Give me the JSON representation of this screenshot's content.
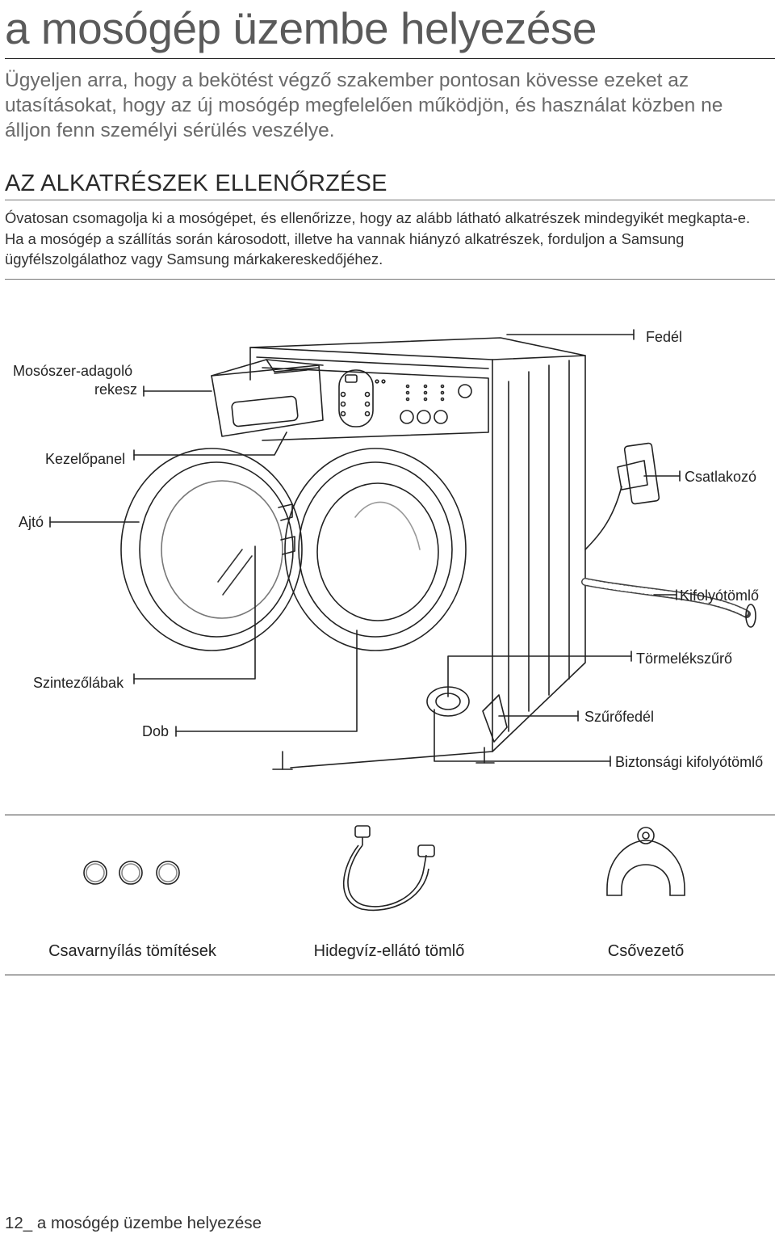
{
  "page": {
    "title": "a mosógép üzembe helyezése",
    "intro": "Ügyeljen arra, hogy a bekötést végző szakember pontosan kövesse ezeket az utasításokat, hogy az új mosógép megfelelően működjön, és használat közben ne álljon fenn személyi sérülés veszélye.",
    "section_heading": "AZ ALKATRÉSZEK ELLENŐRZÉSE",
    "section_body": "Óvatosan csomagolja ki a mosógépet, és ellenőrizze, hogy az alább látható alkatrészek mindegyikét megkapta-e. Ha a mosógép a szállítás során károsodott, illetve ha vannak hiányzó alkatrészek, forduljon a Samsung ügyfélszolgálathoz vagy Samsung márkakereskedőjéhez."
  },
  "diagram": {
    "labels": {
      "fedel": "Fedél",
      "mososzer_line1": "Mosószer-adagoló",
      "mososzer_line2": "rekesz",
      "kezelopanel": "Kezelőpanel",
      "csatlakozo": "Csatlakozó",
      "ajto": "Ajtó",
      "kifolyotomlo": "Kifolyótömlő",
      "tormelekszuro": "Törmelékszűrő",
      "szintezolabak": "Szintezőlábak",
      "dob": "Dob",
      "szurofedel": "Szűrőfedél",
      "biztonsagi": "Biztonsági kifolyótömlő"
    }
  },
  "accessories": [
    {
      "label": "Csavarnyílás tömítések",
      "icon": "bolt-hole-caps-icon"
    },
    {
      "label": "Hidegvíz-ellátó tömlő",
      "icon": "cold-water-hose-icon"
    },
    {
      "label": "Csővezető",
      "icon": "hose-guide-icon"
    }
  ],
  "footer": {
    "page_number": "12_",
    "text": "a mosógép üzembe helyezése"
  }
}
